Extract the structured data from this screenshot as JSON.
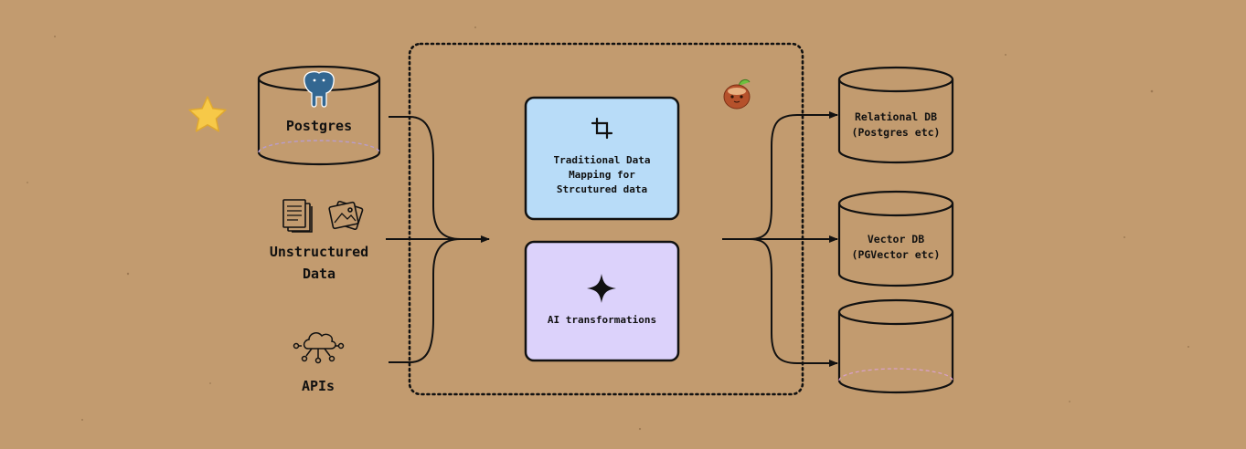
{
  "sources": {
    "postgres_label": "Postgres",
    "unstructured_label": "Unstructured\nData",
    "apis_label": "APIs"
  },
  "process": {
    "traditional_label": "Traditional Data\nMapping for\nStrcutured data",
    "ai_label": "AI transformations",
    "traditional_fill": "#b8dcf8",
    "ai_fill": "#dcd2fb"
  },
  "destinations": {
    "relational_label": "Relational DB\n(Postgres etc)",
    "vector_label": "Vector DB\n(PGVector etc)",
    "third_label": ""
  },
  "icons": {
    "star": "star-icon",
    "postgres_logo": "postgres-elephant-icon",
    "documents": "documents-icon",
    "images": "images-icon",
    "cloud_network": "cloud-network-icon",
    "crop": "crop-icon",
    "sparkle": "sparkle-icon",
    "mascot": "coconut-mascot-icon"
  },
  "colors": {
    "background": "#c29b6f",
    "stroke": "#111111",
    "star": "#f7c948"
  }
}
